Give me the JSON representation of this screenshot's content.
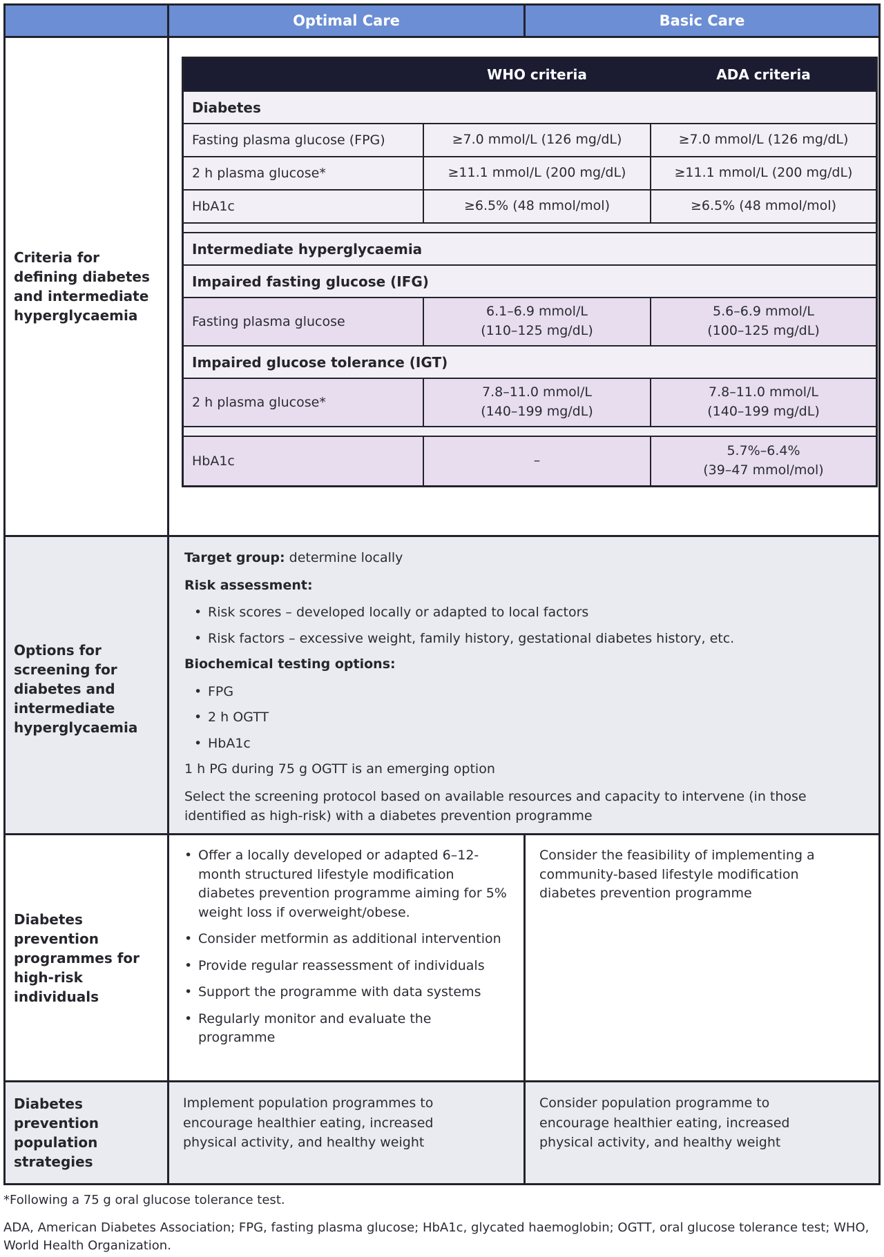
{
  "colors": {
    "header_blue": "#6b8ed4",
    "inner_header_navy": "#1b1b32",
    "light_row": "#f2f0f6",
    "lavender_row": "#e7ddee",
    "section_band": "#e9ebf1",
    "border": "#22222c"
  },
  "glyphs": {
    "bullet": "•"
  },
  "outer_header": {
    "optimal": "Optimal Care",
    "basic": "Basic Care"
  },
  "sections": {
    "criteria": {
      "label": "Criteria for defining diabetes and intermediate hyperglycaemia",
      "table": {
        "who_header": "WHO criteria",
        "ada_header": "ADA criteria",
        "diabetes_title": "Diabetes",
        "diabetes_rows": [
          {
            "label": "Fasting plasma glucose (FPG)",
            "who": "≥7.0 mmol/L (126 mg/dL)",
            "ada": "≥7.0 mmol/L (126 mg/dL)"
          },
          {
            "label": "2 h plasma glucose*",
            "who": "≥11.1 mmol/L (200 mg/dL)",
            "ada": "≥11.1 mmol/L (200 mg/dL)"
          },
          {
            "label": "HbA1c",
            "who": "≥6.5% (48 mmol/mol)",
            "ada": "≥6.5% (48 mmol/mol)"
          }
        ],
        "intermediate_title": "Intermediate hyperglycaemia",
        "ifg_title": "Impaired fasting glucose (IFG)",
        "ifg_row": {
          "label": "Fasting plasma glucose",
          "who": "6.1–6.9 mmol/L\n(110–125 mg/dL)",
          "ada": "5.6–6.9 mmol/L\n(100–125 mg/dL)"
        },
        "igt_title": "Impaired glucose tolerance (IGT)",
        "igt_row": {
          "label": "2 h plasma glucose*",
          "who": "7.8–11.0 mmol/L\n(140–199 mg/dL)",
          "ada": "7.8–11.0 mmol/L\n(140–199 mg/dL)"
        },
        "hba1c_row": {
          "label": "HbA1c",
          "who": "–",
          "ada": "5.7%–6.4%\n(39–47 mmol/mol)"
        }
      }
    },
    "screening": {
      "label": "Options for screening for diabetes and intermediate hyperglycaemia",
      "target_group": {
        "bold": "Target group:",
        "rest": " determine locally"
      },
      "risk_heading": "Risk assessment:",
      "risk_bullets": [
        "Risk scores – developed locally or adapted to local factors",
        "Risk factors – excessive weight, family history, gestational diabetes history, etc."
      ],
      "testing_heading": "Biochemical testing options:",
      "testing_bullets": [
        "FPG",
        "2 h OGTT",
        "HbA1c"
      ],
      "emerging_note": "1 h PG during 75 g OGTT is an emerging option",
      "select_note": "Select the screening protocol based on available resources and capacity to intervene (in those identified as high-risk) with a diabetes prevention programme"
    },
    "prevention": {
      "label": "Diabetes prevention programmes for high-risk individuals",
      "optimal_bullets": [
        "Offer a locally developed or adapted 6–12-month structured lifestyle modification diabetes prevention programme aiming for 5% weight loss if overweight/obese.",
        "Consider metformin as additional intervention",
        "Provide regular reassessment of individuals",
        "Support the programme with data systems",
        "Regularly monitor and evaluate the programme"
      ],
      "basic_text": "Consider the feasibility of implementing a community-based lifestyle modification diabetes prevention programme"
    },
    "population": {
      "label": "Diabetes prevention population strategies",
      "optimal_text": "Implement population programmes to encourage healthier eating, increased physical activity, and healthy weight",
      "basic_text": "Consider population programme to encourage healthier eating, increased physical activity, and healthy weight"
    }
  },
  "footnotes": {
    "asterisk": "*Following a 75 g oral glucose tolerance test.",
    "abbreviations": "ADA, American Diabetes Association; FPG, fasting plasma glucose; HbA1c, glycated haemoglobin; OGTT, oral glucose tolerance test; WHO, World Health Organization."
  }
}
